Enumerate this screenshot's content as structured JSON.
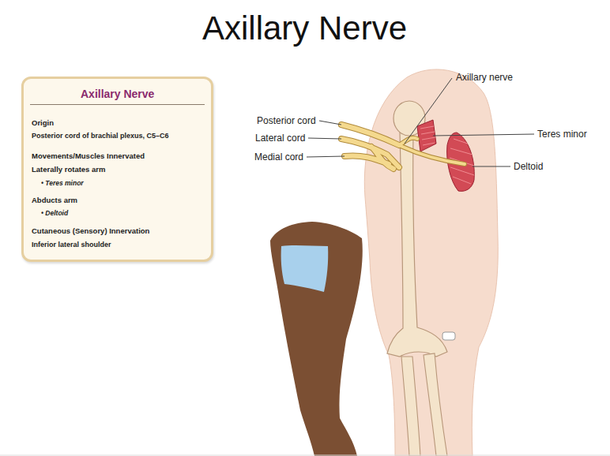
{
  "diagram": {
    "title": "Axillary Nerve",
    "nodes": [
      {
        "text": [
          "Axillary Nerve",
          "Origin",
          "Posterior cord of brachial plexus, C5–C6",
          "Movements/Muscles Innervated",
          "Laterally rotates arm",
          "• Teres minor",
          "Abducts arm",
          "• Deltoid",
          "Cutaneous (Sensory) Innervation",
          "Inferior lateral shoulder"
        ]
      }
    ],
    "labels": [
      "Posterior cord",
      "Lateral cord",
      "Medial cord",
      "Axillary nerve",
      "Teres minor",
      "Deltoid"
    ]
  }
}
